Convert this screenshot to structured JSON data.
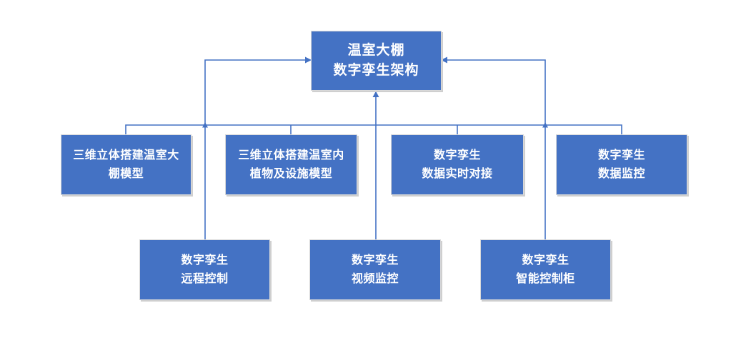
{
  "diagram": {
    "root": {
      "lines": [
        "温室大棚",
        "数字孪生架构"
      ]
    },
    "row2": [
      {
        "lines": [
          "三维立体搭建温室大",
          "棚模型"
        ]
      },
      {
        "lines": [
          "三维立体搭建温室内",
          "植物及设施模型"
        ]
      },
      {
        "lines": [
          "数字孪生",
          "数据实时对接"
        ]
      },
      {
        "lines": [
          "数字孪生",
          "数据监控"
        ]
      }
    ],
    "row3": [
      {
        "lines": [
          "数字孪生",
          "远程控制"
        ]
      },
      {
        "lines": [
          "数字孪生",
          "视频监控"
        ]
      },
      {
        "lines": [
          "数字孪生",
          "智能控制柜"
        ]
      }
    ],
    "colors": {
      "box_fill": "#4472C4",
      "box_shadow": "#CFCFCF",
      "connector_line": "#4472C4",
      "text": "#FFFFFF",
      "background": "#FFFFFF"
    }
  }
}
